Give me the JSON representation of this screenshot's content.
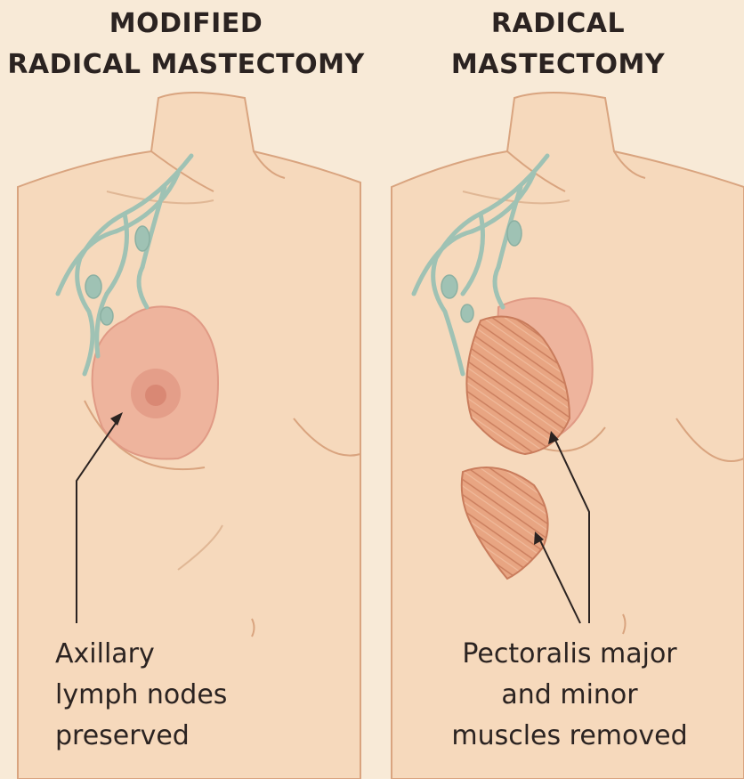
{
  "panels": [
    {
      "title_lines": [
        "MODIFIED",
        "RADICAL MASTECTOMY"
      ],
      "caption_lines": [
        "Axillary",
        "lymph nodes",
        "preserved"
      ]
    },
    {
      "title_lines": [
        "RADICAL",
        "MASTECTOMY"
      ],
      "caption_lines": [
        "Pectoralis major",
        "and minor",
        "muscles removed"
      ]
    }
  ],
  "colors": {
    "background": "#f8ead7",
    "skin": "#f6d9bc",
    "skin_outline": "#d9a47f",
    "breast_tissue": "#eeb49d",
    "lymph": "#9fc2b4",
    "muscle": "#e6a07e",
    "text": "#2b2321"
  }
}
